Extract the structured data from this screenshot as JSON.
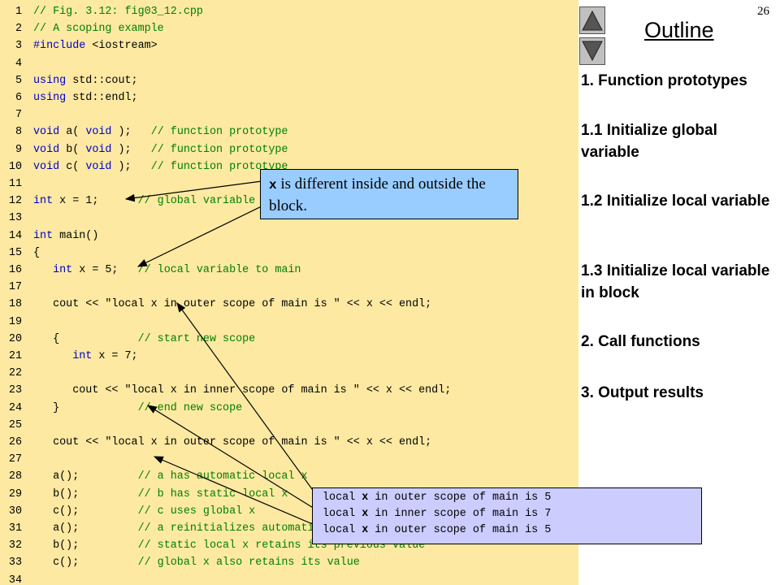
{
  "page_number": "26",
  "outline": {
    "title": "Outline",
    "items": [
      "1.  Function prototypes",
      "1.1  Initialize global variable",
      "1.2  Initialize local variable",
      "1.3  Initialize local variable in block",
      "2.  Call functions",
      "3.  Output results"
    ]
  },
  "nav": {
    "up_icon": "triangle-up-icon",
    "down_icon": "triangle-down-icon"
  },
  "code": {
    "lines": [
      {
        "n": "1",
        "t": "// Fig. 3.12: fig03_12.cpp"
      },
      {
        "n": "2",
        "t": "// A scoping example"
      },
      {
        "n": "3",
        "t": "#include <iostream>"
      },
      {
        "n": "4",
        "t": ""
      },
      {
        "n": "5",
        "t": "using std::cout;"
      },
      {
        "n": "6",
        "t": "using std::endl;"
      },
      {
        "n": "7",
        "t": ""
      },
      {
        "n": "8",
        "t": "void a( void );   // function prototype"
      },
      {
        "n": "9",
        "t": "void b( void );   // function prototype"
      },
      {
        "n": "10",
        "t": "void c( void );   // function prototype"
      },
      {
        "n": "11",
        "t": ""
      },
      {
        "n": "12",
        "t": "int x = 1;      // global variable"
      },
      {
        "n": "13",
        "t": ""
      },
      {
        "n": "14",
        "t": "int main()"
      },
      {
        "n": "15",
        "t": "{"
      },
      {
        "n": "16",
        "t": "   int x = 5;   // local variable to main"
      },
      {
        "n": "17",
        "t": ""
      },
      {
        "n": "18",
        "t": "   cout << \"local x in outer scope of main is \" << x << endl;"
      },
      {
        "n": "19",
        "t": ""
      },
      {
        "n": "20",
        "t": "   {            // start new scope"
      },
      {
        "n": "21",
        "t": "      int x = 7;"
      },
      {
        "n": "22",
        "t": ""
      },
      {
        "n": "23",
        "t": "      cout << \"local x in inner scope of main is \" << x << endl;"
      },
      {
        "n": "24",
        "t": "   }            // end new scope"
      },
      {
        "n": "25",
        "t": ""
      },
      {
        "n": "26",
        "t": "   cout << \"local x in outer scope of main is \" << x << endl;"
      },
      {
        "n": "27",
        "t": ""
      },
      {
        "n": "28",
        "t": "   a();         // a has automatic local x"
      },
      {
        "n": "29",
        "t": "   b();         // b has static local x"
      },
      {
        "n": "30",
        "t": "   c();         // c uses global x"
      },
      {
        "n": "31",
        "t": "   a();         // a reinitializes automatic local x"
      },
      {
        "n": "32",
        "t": "   b();         // static local x retains its previous value"
      },
      {
        "n": "33",
        "t": "   c();         // global x also retains its value"
      },
      {
        "n": "34",
        "t": ""
      }
    ]
  },
  "callout": {
    "code_word": "x",
    "text": " is different inside and outside the block."
  },
  "output": {
    "lines": [
      "local x in outer scope of main is 5",
      "local x in inner scope of main is 7",
      "local x in outer scope of main is 5"
    ]
  },
  "colors": {
    "code_bg": "#fde9a2",
    "callout_bg": "#99ccff",
    "output_bg": "#ccccff",
    "keyword": "#0000cc",
    "comment": "#008000"
  }
}
